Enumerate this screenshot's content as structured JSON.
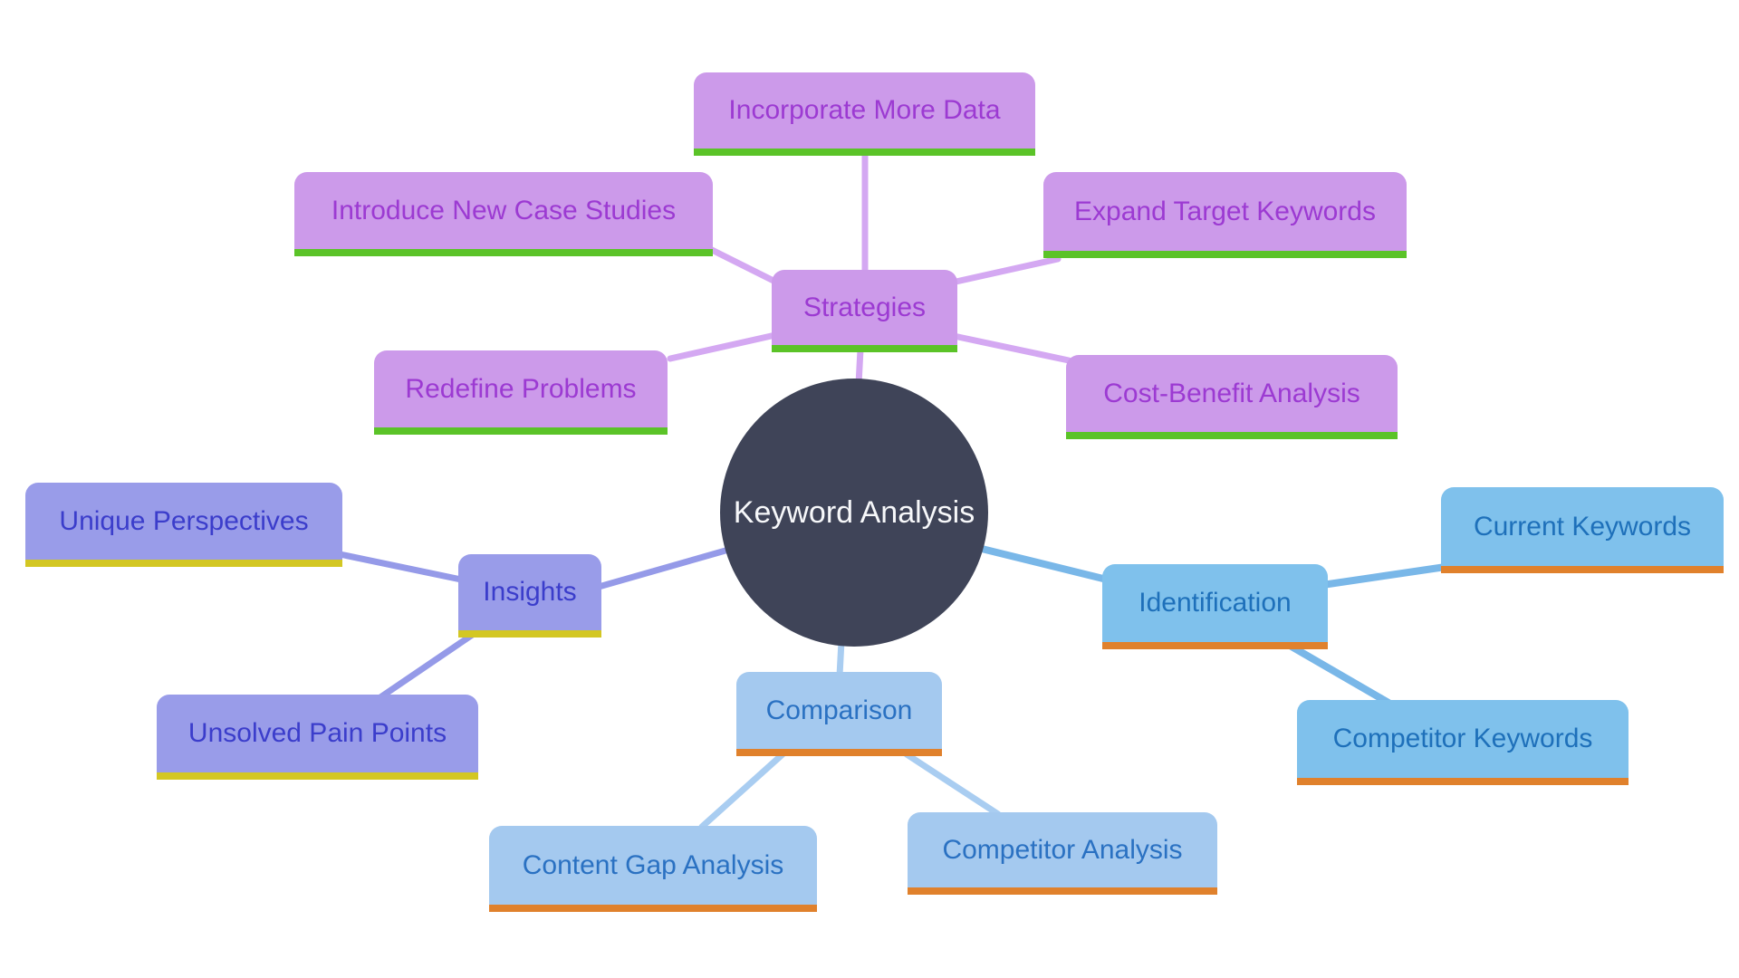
{
  "mindmap": {
    "center": {
      "label": "Keyword Analysis"
    },
    "branches": {
      "strategies": {
        "label": "Strategies",
        "children": {
          "incorporate_more_data": "Incorporate More Data",
          "introduce_new_case_studies": "Introduce New Case Studies",
          "expand_target_keywords": "Expand Target Keywords",
          "redefine_problems": "Redefine Problems",
          "cost_benefit_analysis": "Cost-Benefit Analysis"
        }
      },
      "insights": {
        "label": "Insights",
        "children": {
          "unique_perspectives": "Unique Perspectives",
          "unsolved_pain_points": "Unsolved Pain Points"
        }
      },
      "identification": {
        "label": "Identification",
        "children": {
          "current_keywords": "Current Keywords",
          "competitor_keywords": "Competitor Keywords"
        }
      },
      "comparison": {
        "label": "Comparison",
        "children": {
          "content_gap_analysis": "Content Gap Analysis",
          "competitor_analysis": "Competitor Analysis"
        }
      }
    },
    "colors": {
      "background": "#ffffff",
      "center_fill": "#3f4458",
      "center_text": "#f7f8fa",
      "strategies": {
        "fill": "#cc9aea",
        "text": "#9c3ad2",
        "underline": "#5bc328",
        "connector": "#d4a8f2"
      },
      "insights": {
        "fill": "#999ce9",
        "text": "#3b3dcb",
        "underline": "#d3c723",
        "connector": "#959ae8"
      },
      "identification": {
        "fill": "#7fc1ec",
        "text": "#1e70ba",
        "underline": "#e0812c",
        "connector": "#79b7e8"
      },
      "comparison": {
        "fill": "#a4c9ef",
        "text": "#2a71c2",
        "underline": "#e0812c",
        "connector": "#a9cdf1"
      }
    }
  }
}
